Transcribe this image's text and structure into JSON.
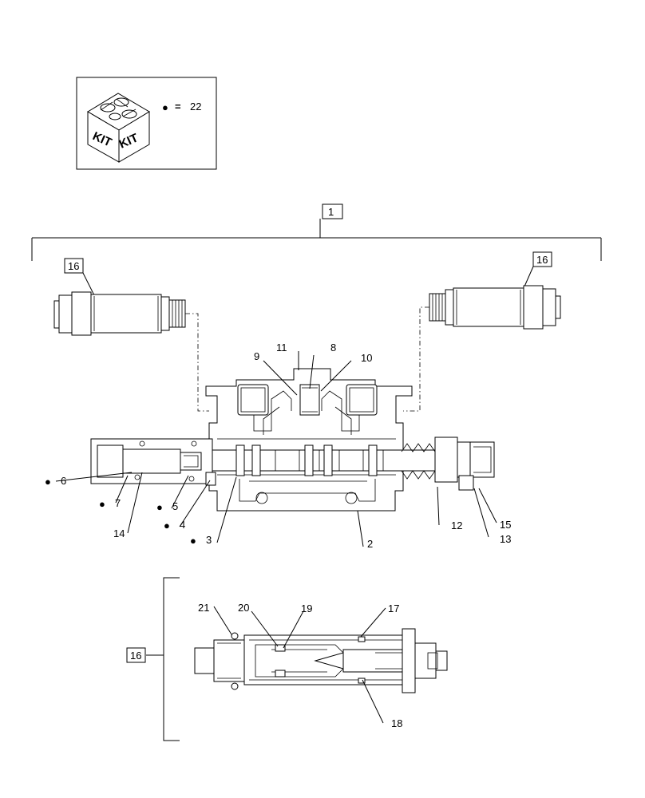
{
  "kit_legend": {
    "kit_text": "KIT",
    "symbol": "●",
    "equals": "=",
    "kit_number": "22"
  },
  "callouts": {
    "c1": "1",
    "c2": "2",
    "c3": "3",
    "c4": "4",
    "c5": "5",
    "c6": "6",
    "c7": "7",
    "c8": "8",
    "c9": "9",
    "c10": "10",
    "c11": "11",
    "c12": "12",
    "c13": "13",
    "c14": "14",
    "c15": "15",
    "c16": "16",
    "c17": "17",
    "c18": "18",
    "c19": "19",
    "c20": "20",
    "c21": "21"
  },
  "kit_marked_parts": [
    "3",
    "4",
    "5",
    "6",
    "7"
  ],
  "colors": {
    "line": "#000000",
    "background": "#ffffff"
  }
}
